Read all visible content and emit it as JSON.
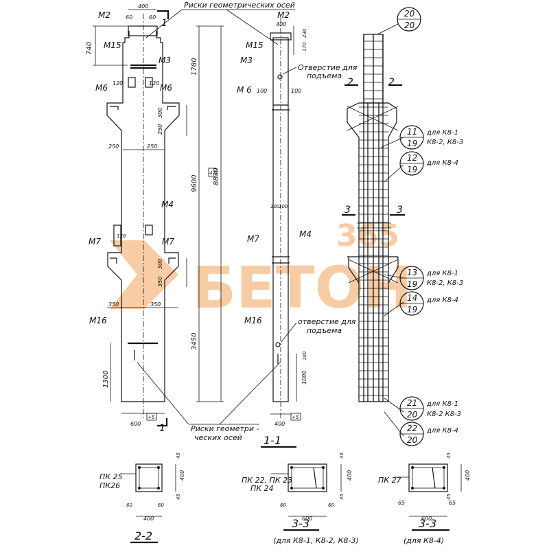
{
  "labels": {
    "marks": {
      "m2_left": "М2",
      "m15_left": "М15",
      "m3_left": "М3",
      "m6_left_a": "М6",
      "m6_left_b": "М6",
      "m4_left": "М4",
      "m7_left_a": "М7",
      "m7_left_b": "М7",
      "m16_left": "М16",
      "m2_mid": "М2",
      "m15_mid": "М15",
      "m3_mid": "М3",
      "m6_mid": "М 6",
      "m4_mid": "М4",
      "m7_mid": "М7",
      "m16_mid": "М16"
    },
    "notes": {
      "geom_axes_top": "Риски геометрических осей",
      "geom_axes_bottom_1": "Риски геометри -",
      "geom_axes_bottom_2": "ческих осей",
      "lift_hole_top_1": "Отверстие для",
      "lift_hole_top_2": "подъема",
      "lift_hole_bottom_1": "отверстие для",
      "lift_hole_bottom_2": "подъема"
    },
    "section_marks": {
      "one": "1",
      "one_b": "1",
      "two_a": "2",
      "two_b": "2",
      "three_a": "3",
      "three_b": "3",
      "view_1_1": "1-1",
      "view_2_2": "2-2",
      "view_3_3_a": "3-3",
      "view_3_3_b": "3-3"
    },
    "view_notes": {
      "sec33_a": "(для К8-1, К8-2, К8-3)",
      "sec33_b": "(для К8-4)"
    },
    "icon_labels": {
      "plus5": "+5",
      "plus5_b": "+5",
      "box47": "47"
    }
  },
  "dimensions": {
    "d400_top": "400",
    "d60_a": "60",
    "d60_b": "60",
    "d740": "740",
    "d120_a": "120",
    "d120_b": "120",
    "d300_a": "300",
    "d250_v": "250",
    "d250_a": "250",
    "d250_b": "250",
    "d1780": "1780",
    "d9600": "9600",
    "d8830": "8830",
    "d120_c": "120",
    "d300_b": "300",
    "d350_v": "350",
    "d350_a": "350",
    "d350_b": "350",
    "d3450": "3450",
    "d1300": "1300",
    "d600_left": "600",
    "d400_mid": "400",
    "d230_mid": "230",
    "d170_mid": "170",
    "d100_a": "100",
    "d100_b": "100",
    "d100_c": "100",
    "d100_d": "100",
    "d1000_mid": "1000",
    "d100_e": "100",
    "d400_mid_b": "400",
    "s22_45a": "45",
    "s22_400": "400",
    "s22_45b": "45",
    "s22_60a": "60",
    "s22_60b": "60",
    "s22_400w": "400",
    "s33_45a": "45",
    "s33_400": "400",
    "s33_45b": "45",
    "s33_60a": "60",
    "s33_60b": "60",
    "s33_600": "600",
    "s34_45a": "45",
    "s34_400": "400",
    "s34_45b": "45",
    "s34_65a": "65",
    "s34_65b": "65",
    "s34_600": "600"
  },
  "callouts": [
    {
      "num": "20",
      "den": "20",
      "note": ""
    },
    {
      "num": "11",
      "den": "19",
      "note_top": "для К8-1",
      "note_bottom": "К8-2, К8-3"
    },
    {
      "num": "12",
      "den": "19",
      "note_top": "для К8-4",
      "note_bottom": ""
    },
    {
      "num": "13",
      "den": "19",
      "note_top": "для К8-1",
      "note_bottom": "К8-2, К8-3"
    },
    {
      "num": "14",
      "den": "19",
      "note_top": "для К8-4",
      "note_bottom": ""
    },
    {
      "num": "21",
      "den": "20",
      "note_top": "для К8-1",
      "note_bottom": "К8-2 К8-3"
    },
    {
      "num": "22",
      "den": "20",
      "note_top": "для К8-4",
      "note_bottom": ""
    }
  ],
  "frames": {
    "pk25": "ПК 25",
    "pk26": "ПК26",
    "pk22": "ПК 22, ПК 23",
    "pk24": "ПК 24",
    "pk27": "ПК 27"
  },
  "watermark": {
    "top": "365",
    "main": "БЕТОН",
    "color": "#f2a35a"
  }
}
